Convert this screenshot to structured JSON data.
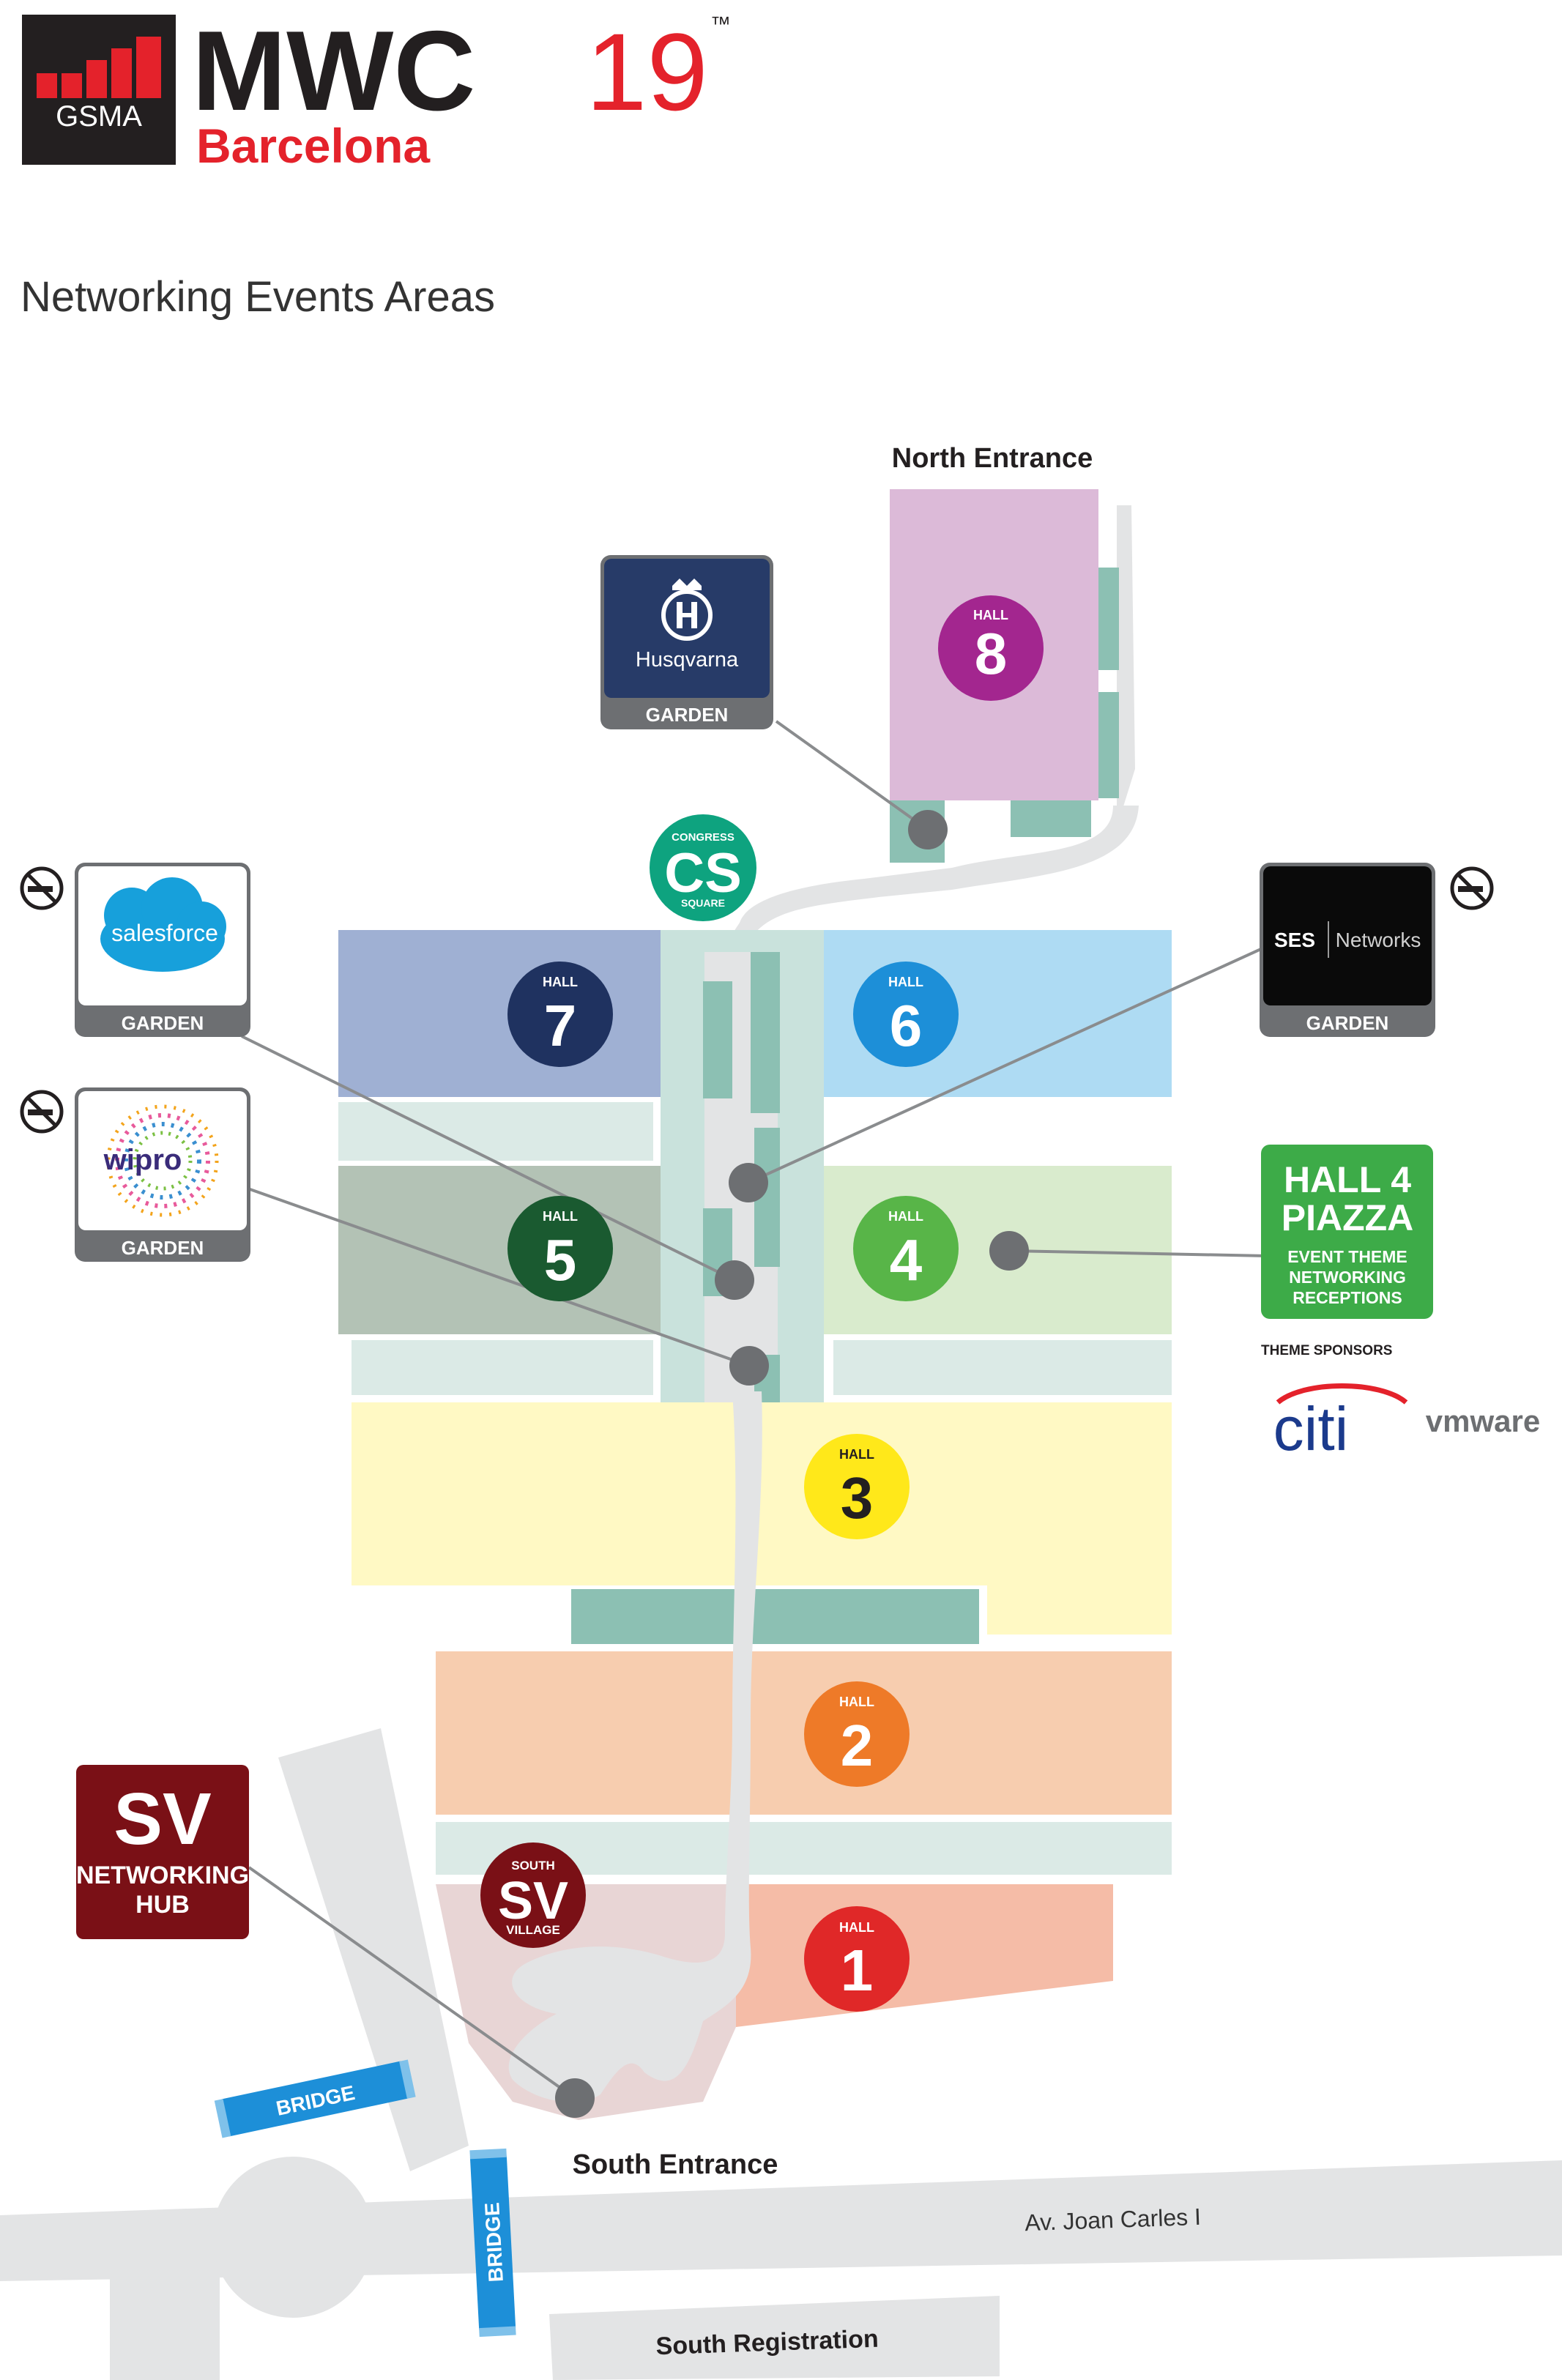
{
  "header": {
    "gsma_logo_text": "GSMA",
    "event_wordmark": "MWC",
    "event_year": "19",
    "trademark": "™",
    "city": "Barcelona",
    "page_title": "Networking Events Areas"
  },
  "entrances": {
    "north": "North Entrance",
    "south": "South Entrance",
    "south_registration": "South Registration",
    "road": "Av. Joan Carles I"
  },
  "bridges": [
    "BRIDGE",
    "BRIDGE"
  ],
  "congress_square": {
    "top": "CONGRESS",
    "abbr": "CS",
    "bottom": "SQUARE"
  },
  "south_village": {
    "top": "SOUTH",
    "abbr": "SV",
    "bottom": "VILLAGE"
  },
  "halls": [
    {
      "label": "HALL",
      "number": "1",
      "color": "#e02828"
    },
    {
      "label": "HALL",
      "number": "2",
      "color": "#ee7a28"
    },
    {
      "label": "HALL",
      "number": "3",
      "color": "#ffe81a"
    },
    {
      "label": "HALL",
      "number": "4",
      "color": "#58b548"
    },
    {
      "label": "HALL",
      "number": "5",
      "color": "#1a5a30"
    },
    {
      "label": "HALL",
      "number": "6",
      "color": "#1d8fd8"
    },
    {
      "label": "HALL",
      "number": "7",
      "color": "#1f3260"
    },
    {
      "label": "HALL",
      "number": "8",
      "color": "#a3268f"
    }
  ],
  "gardens": [
    {
      "sponsor": "Husqvarna",
      "tag": "GARDEN"
    },
    {
      "sponsor": "salesforce",
      "tag": "GARDEN"
    },
    {
      "sponsor": "wipro",
      "tag": "GARDEN"
    },
    {
      "sponsor": "SES",
      "sponsor_sub": "Networks",
      "tag": "GARDEN"
    }
  ],
  "piazza": {
    "title_line1": "HALL 4",
    "title_line2": "PIAZZA",
    "sub_line1": "EVENT THEME",
    "sub_line2": "NETWORKING",
    "sub_line3": "RECEPTIONS",
    "theme_sponsors_label": "THEME SPONSORS",
    "sponsor1": "citi",
    "sponsor2": "vmware"
  },
  "sv_hub": {
    "abbr": "SV",
    "line1": "NETWORKING",
    "line2": "HUB"
  },
  "icons": [
    "no-smoking-icon",
    "husqvarna-crown-icon",
    "salesforce-cloud-icon",
    "wipro-dots-icon",
    "gsma-bars-icon"
  ],
  "colors": {
    "brand_red": "#e4222b",
    "walkway_teal": "#9fcac3",
    "walkway_grey": "#e3e4e5",
    "garden_tag_grey": "#6d6f72"
  }
}
